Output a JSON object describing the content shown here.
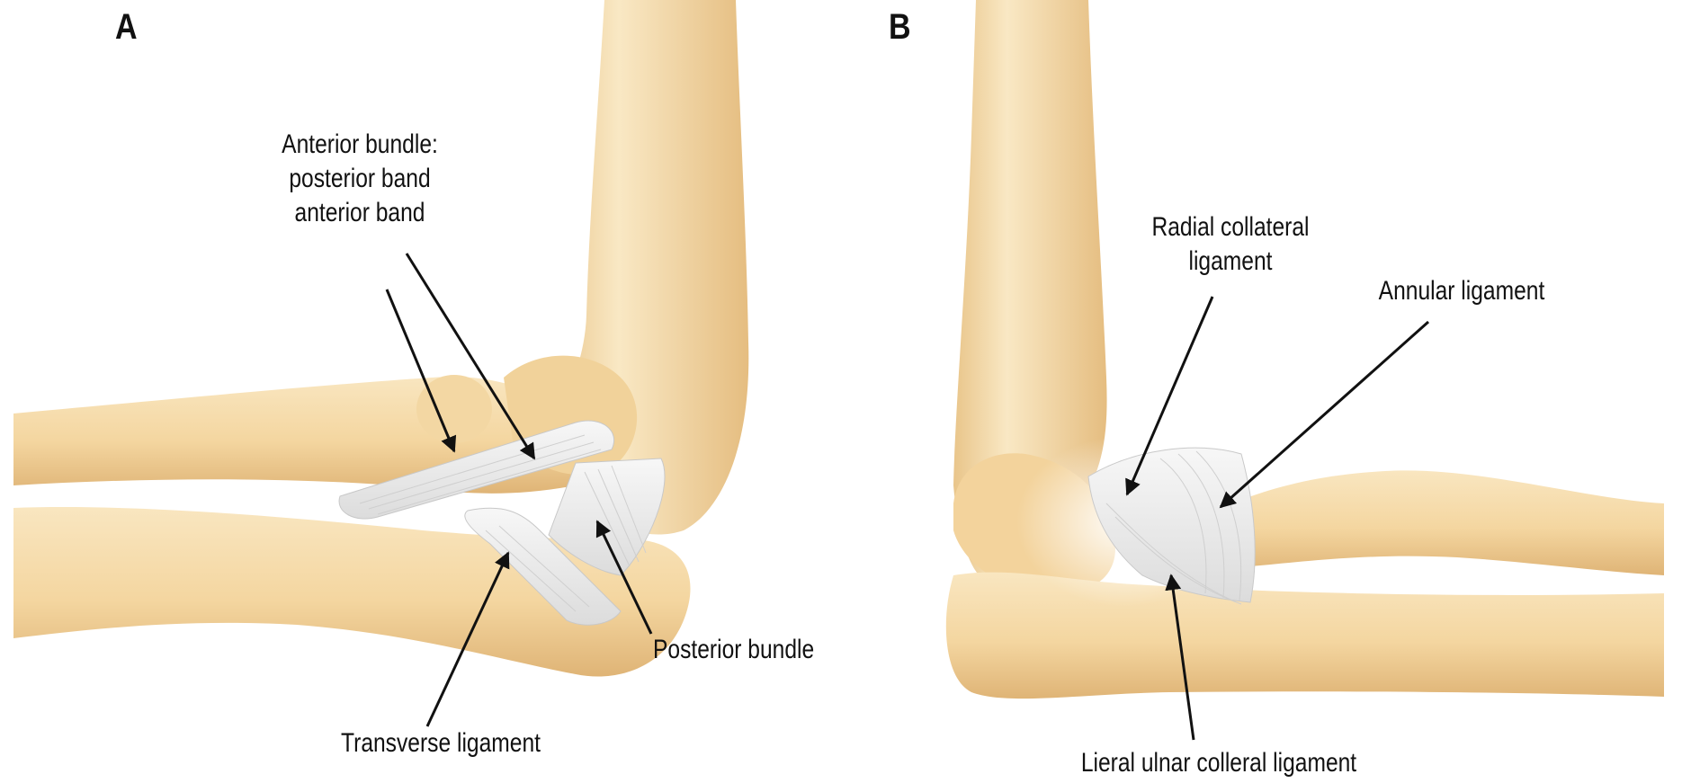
{
  "panels": [
    {
      "letter": "A",
      "labels": {
        "anterior_bundle_line1": "Anterior bundle:",
        "anterior_bundle_line2": "posterior band",
        "anterior_bundle_line3": "anterior band",
        "posterior_bundle": "Posterior bundle",
        "transverse_ligament": "Transverse ligament"
      }
    },
    {
      "letter": "B",
      "labels": {
        "radial_collateral_line1": "Radial collateral",
        "radial_collateral_line2": "ligament",
        "annular_ligament": "Annular ligament",
        "lateral_ulnar_collateral": "Lieral ulnar colleral ligament"
      }
    }
  ],
  "colors": {
    "bone": "#f6dcaa",
    "bone_shadow": "#e2b978",
    "ligament": "#eeeeee",
    "arrow": "#111111"
  }
}
